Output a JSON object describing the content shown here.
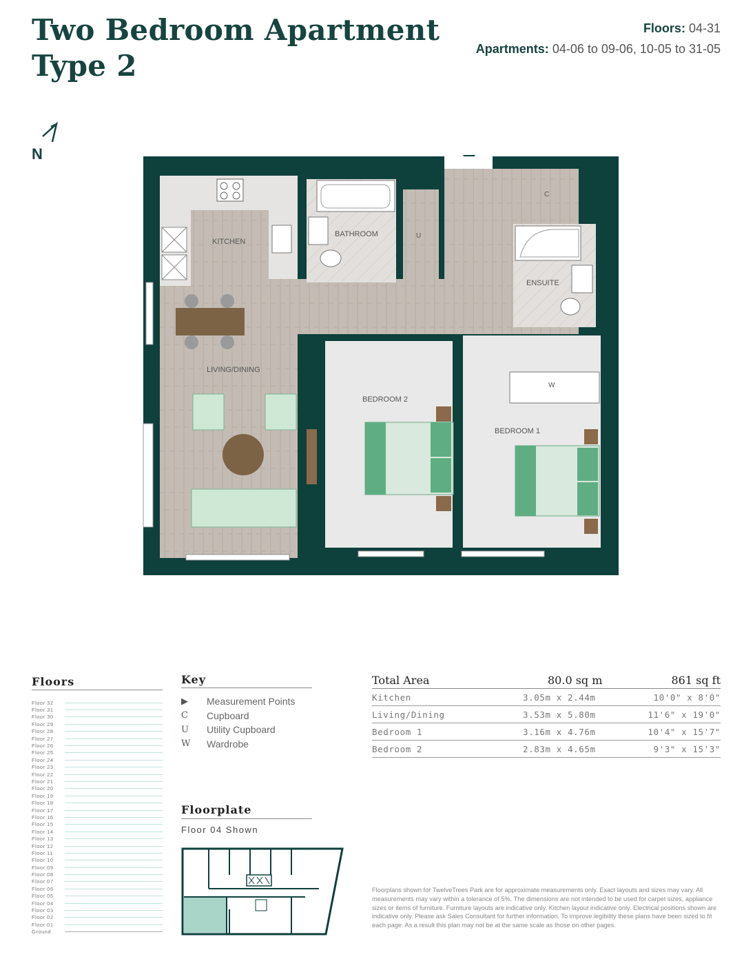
{
  "header": {
    "title_line1": "Two Bedroom Apartment",
    "title_line2": "Type 2",
    "floors_label": "Floors:",
    "floors_value": "04-31",
    "apartments_label": "Apartments:",
    "apartments_value": "04-06 to 09-06, 10-05 to 31-05"
  },
  "compass": {
    "letter": "N",
    "icon": "north-arrow-icon"
  },
  "plan_labels": {
    "kitchen": "KITCHEN",
    "bathroom": "BATHROOM",
    "utility": "U",
    "cupboard": "C",
    "ensuite": "ENSUITE",
    "living": "LIVING/DINING",
    "bedroom2": "BEDROOM 2",
    "bedroom1": "BEDROOM 1",
    "wardrobe": "W"
  },
  "floors": {
    "heading": "Floors",
    "list": [
      "Floor 32",
      "Floor 31",
      "Floor 30",
      "Floor 29",
      "Floor 28",
      "Floor 27",
      "Floor 26",
      "Floor 25",
      "Floor 24",
      "Floor 23",
      "Floor 22",
      "Floor 21",
      "Floor 20",
      "Floor 19",
      "Floor 18",
      "Floor 17",
      "Floor 16",
      "Floor 15",
      "Floor 14",
      "Floor 13",
      "Floor 12",
      "Floor 11",
      "Floor 10",
      "Floor 09",
      "Floor 08",
      "Floor 07",
      "Floor 06",
      "Floor 05",
      "Floor 04",
      "Floor 03",
      "Floor 02",
      "Floor 01",
      "Ground"
    ]
  },
  "key": {
    "heading": "Key",
    "items": [
      {
        "symbol": "▶",
        "label": "Measurement Points"
      },
      {
        "symbol": "C",
        "label": "Cupboard"
      },
      {
        "symbol": "U",
        "label": "Utility Cupboard"
      },
      {
        "symbol": "W",
        "label": "Wardrobe"
      }
    ]
  },
  "floorplate": {
    "heading": "Floorplate",
    "subtitle": "Floor 04 Shown"
  },
  "area_table": {
    "heading": "Total Area",
    "total_m": "80.0 sq m",
    "total_ft": "861 sq ft",
    "rows": [
      {
        "room": "Kitchen",
        "metric": "3.05m x 2.44m",
        "imperial": "10'0\" x 8'0\""
      },
      {
        "room": "Living/Dining",
        "metric": "3.53m x 5.80m",
        "imperial": "11'6\" x 19'0\""
      },
      {
        "room": "Bedroom 1",
        "metric": "3.16m x 4.76m",
        "imperial": "10'4\" x 15'7\""
      },
      {
        "room": "Bedroom 2",
        "metric": "2.83m x 4.65m",
        "imperial": "9'3\" x 15'3\""
      }
    ]
  },
  "disclaimer": "Floorplans shown for TwelveTrees Park are for approximate measurements only. Exact layouts and sizes may vary. All measurements may vary within a tolerance of 5%. The dimensions are not intended to be used for carpet sizes, appliance sizes or items of furniture. Furniture layouts are indicative only. Kitchen layout indicative only. Electrical positions shown are indicative only. Please ask Sales Consultant for further information. To improve legibility these plans have been sized to fit each page. As a result this plan may not be at the same scale as those on other pages.",
  "colors": {
    "wall": "#0e403c",
    "floor": "#c9c2bb",
    "bedroom": "#e8e8e8",
    "bed": "#5fae83",
    "accent": "#bfe3dc"
  }
}
